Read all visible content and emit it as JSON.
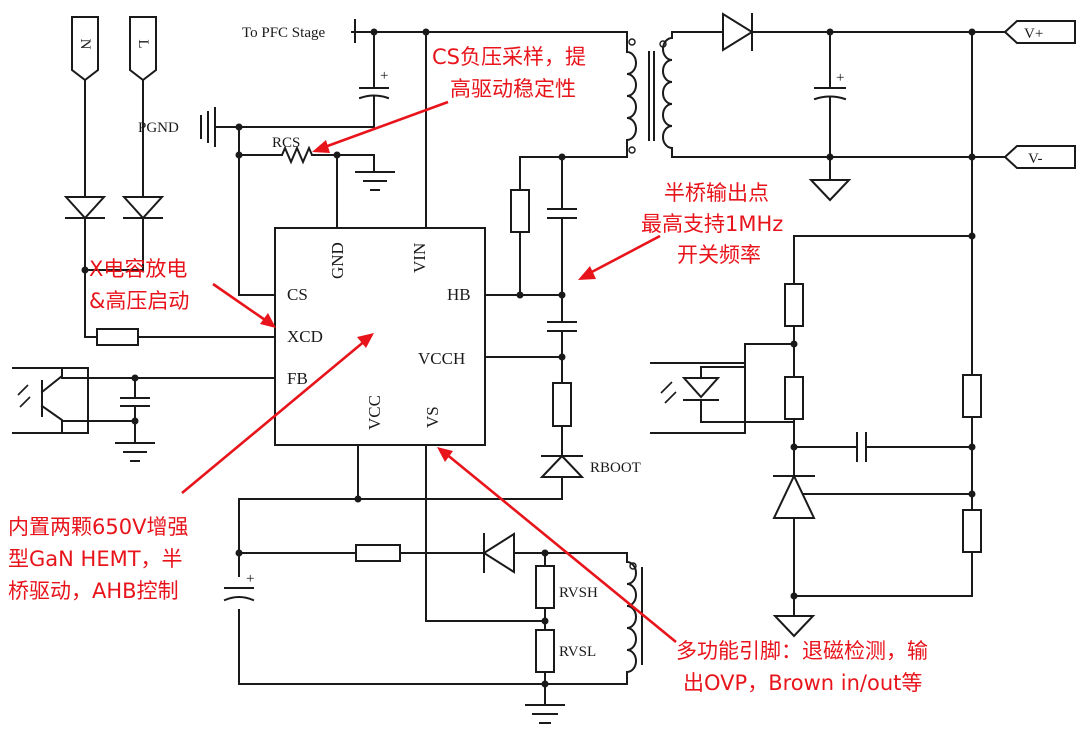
{
  "labels": {
    "n": "N",
    "l": "L",
    "pfc": "To PFC Stage",
    "pgnd": "PGND",
    "rcs": "RCS",
    "vplus": "V+",
    "vminus": "V-",
    "rboot": "RBOOT",
    "rvsh": "RVSH",
    "rvsl": "RVSL"
  },
  "ic_pins": {
    "cs": "CS",
    "xcd": "XCD",
    "fb": "FB",
    "gnd": "GND",
    "vin": "VIN",
    "hb": "HB",
    "vcch": "VCCH",
    "vcc": "VCC",
    "vs": "VS"
  },
  "annotations": {
    "cs_line1": "CS负压采样，提",
    "cs_line2": "高驱动稳定性",
    "hb_line1": "半桥输出点",
    "hb_line2": "最高支持1MHz",
    "hb_line3": "开关频率",
    "x_line1": "X电容放电",
    "x_line2": "&高压启动",
    "gan_line1": "内置两颗650V增强",
    "gan_line2": "型GaN HEMT，半",
    "gan_line3": "桥驱动，AHB控制",
    "vs_line1": "多功能引脚：退磁检测，输",
    "vs_line2": "出OVP，Brown in/out等"
  },
  "colors": {
    "annotation": "#e8141b",
    "wire": "#1a1a1a"
  }
}
